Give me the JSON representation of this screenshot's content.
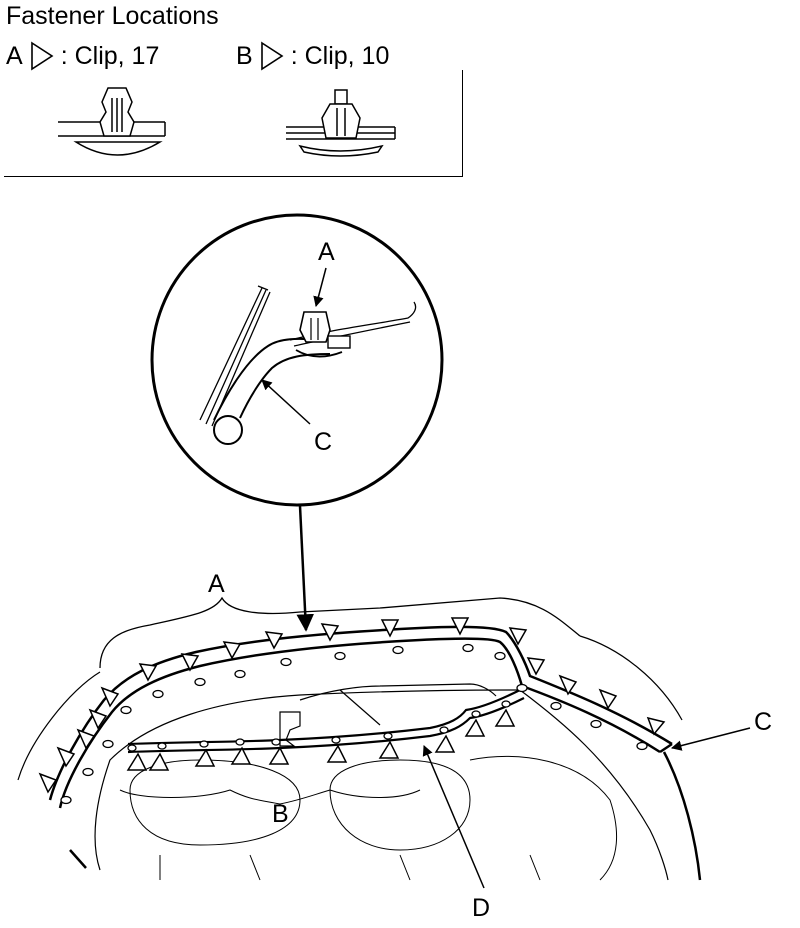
{
  "header": {
    "title": "Fastener Locations",
    "legend": [
      {
        "letter": "A",
        "text": ": Clip, 17"
      },
      {
        "letter": "B",
        "text": ": Clip, 10"
      }
    ]
  },
  "callouts": {
    "detail_a": "A",
    "detail_c": "C",
    "main_a": "A",
    "main_b": "B",
    "main_c": "C",
    "main_d": "D"
  }
}
